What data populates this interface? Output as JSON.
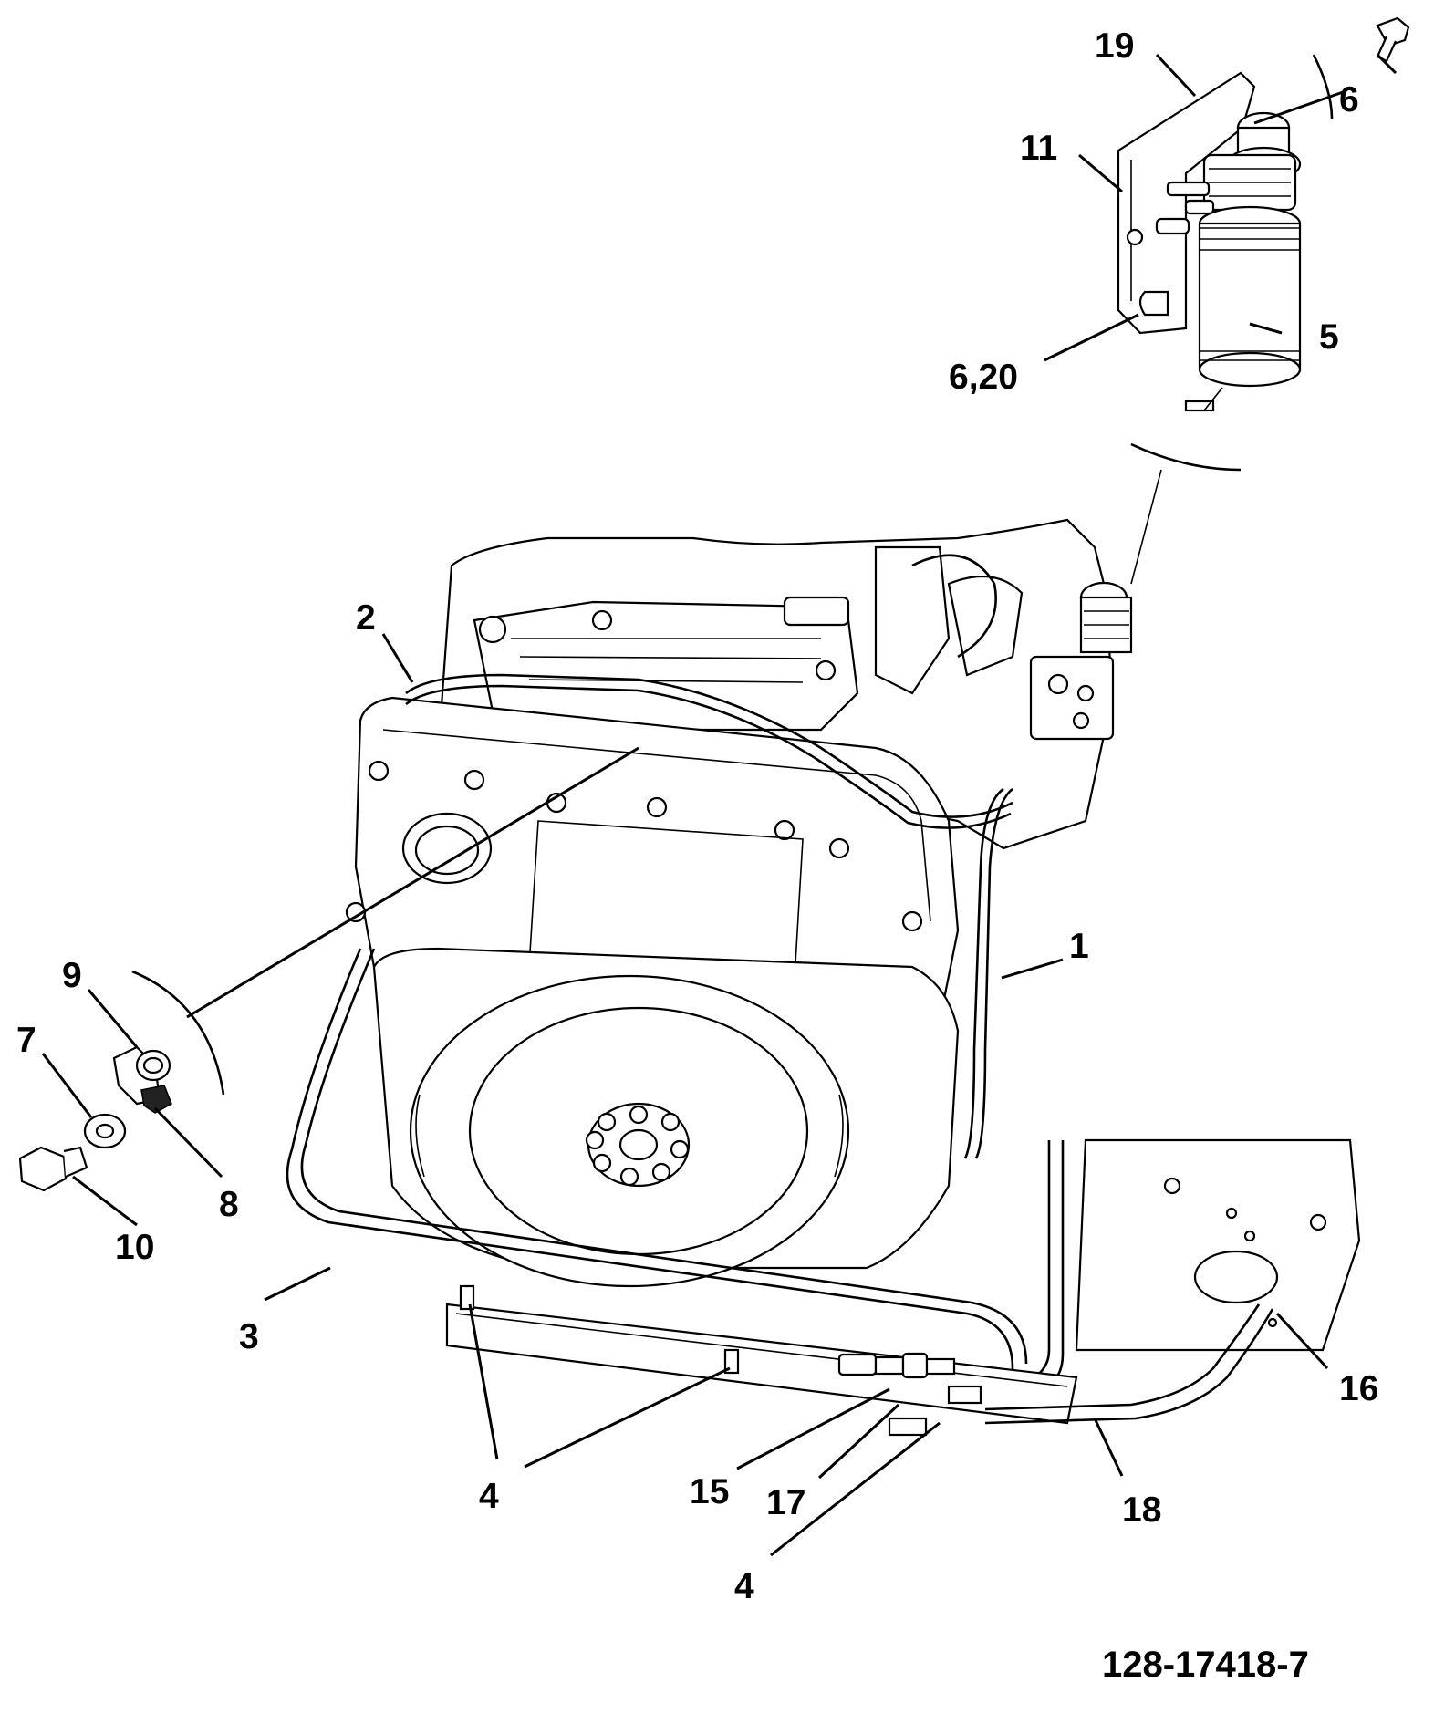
{
  "drawing_number": "128-17418-7",
  "callouts": {
    "c1": "1",
    "c2": "2",
    "c3": "3",
    "c4a": "4",
    "c4b": "4",
    "c5": "5",
    "c6": "6",
    "c620": "6,20",
    "c7": "7",
    "c8": "8",
    "c9": "9",
    "c10": "10",
    "c11": "11",
    "c15": "15",
    "c16": "16",
    "c17": "17",
    "c18": "18",
    "c19": "19"
  },
  "colors": {
    "line": "#000000",
    "background": "#ffffff"
  }
}
